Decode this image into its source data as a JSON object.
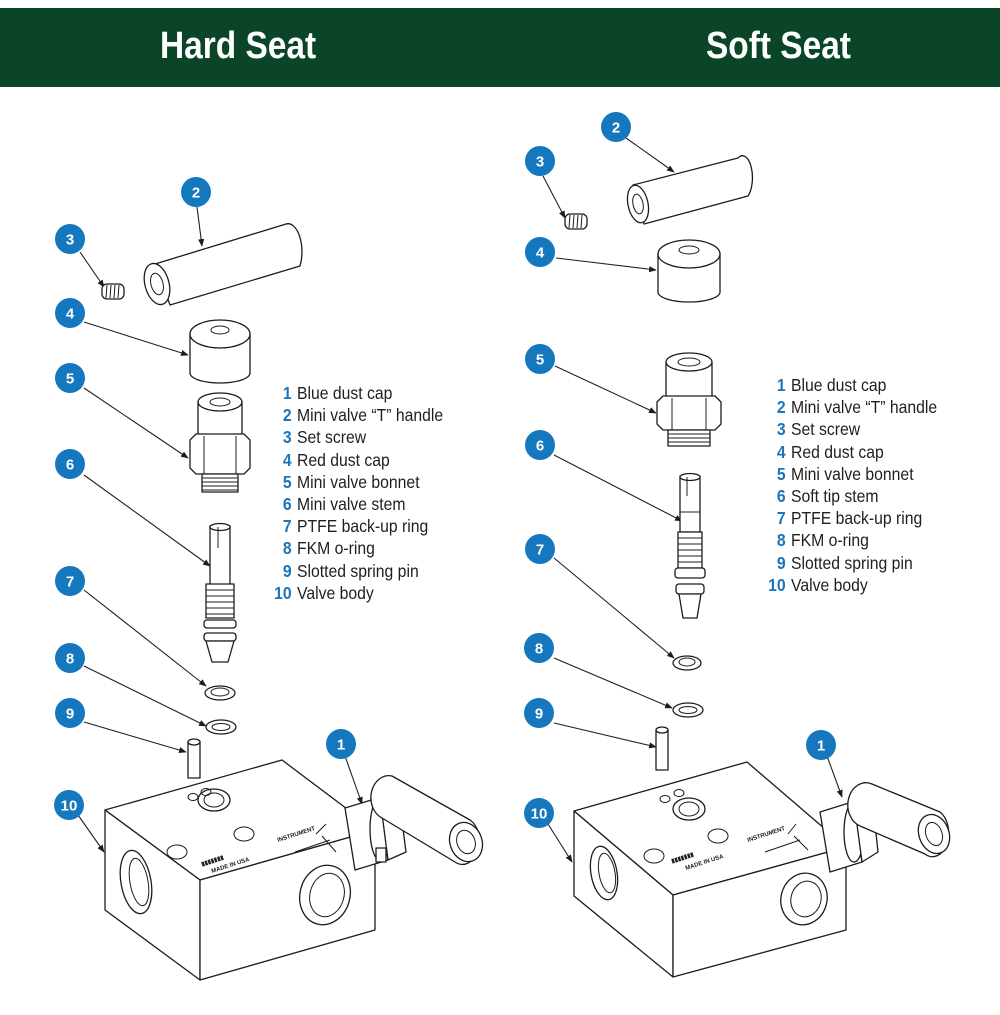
{
  "header": {
    "left_title": "Hard Seat",
    "right_title": "Soft Seat",
    "background_color": "#0b4527",
    "text_color": "#ffffff"
  },
  "badge_color": "#1577be",
  "hard_seat": {
    "legend": [
      {
        "num": "1",
        "label": "Blue dust cap"
      },
      {
        "num": "2",
        "label": "Mini valve “T” handle"
      },
      {
        "num": "3",
        "label": "Set screw"
      },
      {
        "num": "4",
        "label": "Red dust cap"
      },
      {
        "num": "5",
        "label": "Mini valve bonnet"
      },
      {
        "num": "6",
        "label": "Mini valve stem"
      },
      {
        "num": "7",
        "label": "PTFE back-up ring"
      },
      {
        "num": "8",
        "label": "FKM o-ring"
      },
      {
        "num": "9",
        "label": "Slotted spring pin"
      },
      {
        "num": "10",
        "label": "Valve body"
      }
    ],
    "badges": [
      "1",
      "2",
      "3",
      "4",
      "5",
      "6",
      "7",
      "8",
      "9",
      "10"
    ],
    "stamps": {
      "instrument": "INSTRUMENT",
      "made_in": "MADE IN USA"
    }
  },
  "soft_seat": {
    "legend": [
      {
        "num": "1",
        "label": "Blue dust cap"
      },
      {
        "num": "2",
        "label": "Mini valve “T” handle"
      },
      {
        "num": "3",
        "label": "Set screw"
      },
      {
        "num": "4",
        "label": "Red dust cap"
      },
      {
        "num": "5",
        "label": "Mini valve bonnet"
      },
      {
        "num": "6",
        "label": "Soft tip stem"
      },
      {
        "num": "7",
        "label": "PTFE back-up ring"
      },
      {
        "num": "8",
        "label": "FKM o-ring"
      },
      {
        "num": "9",
        "label": "Slotted spring pin"
      },
      {
        "num": "10",
        "label": "Valve body"
      }
    ],
    "badges": [
      "1",
      "2",
      "3",
      "4",
      "5",
      "6",
      "7",
      "8",
      "9",
      "10"
    ],
    "stamps": {
      "instrument": "INSTRUMENT",
      "made_in": "MADE IN USA"
    }
  }
}
